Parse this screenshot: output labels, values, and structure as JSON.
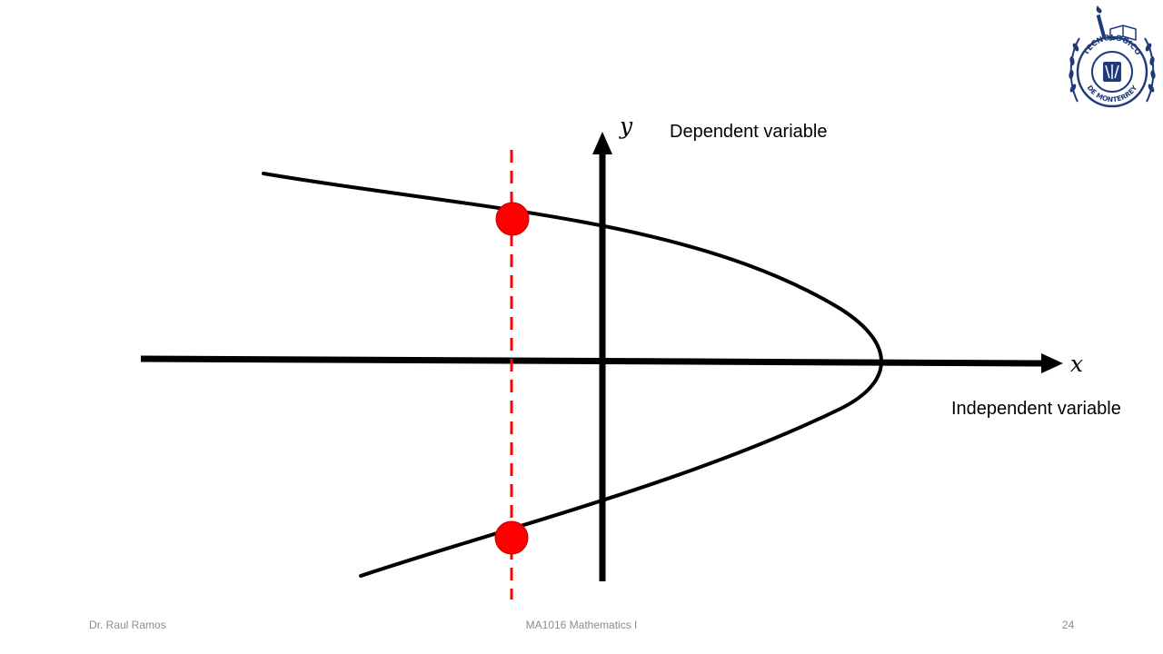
{
  "diagram": {
    "y_axis_symbol": "y",
    "x_axis_symbol": "x",
    "dependent_label": "Dependent variable",
    "independent_label": "Independent variable",
    "curve_color": "#000000",
    "axis_color": "#000000",
    "vertical_line_color": "#ff0000",
    "point_color": "#ff0000"
  },
  "footer": {
    "author": "Dr. Raul Ramos",
    "course": "MA1016 Mathematics I",
    "page": "24"
  },
  "logo": {
    "text_top": "TECNOLOGICO",
    "text_bottom": "DE MONTERREY",
    "color": "#1f3a7a"
  }
}
